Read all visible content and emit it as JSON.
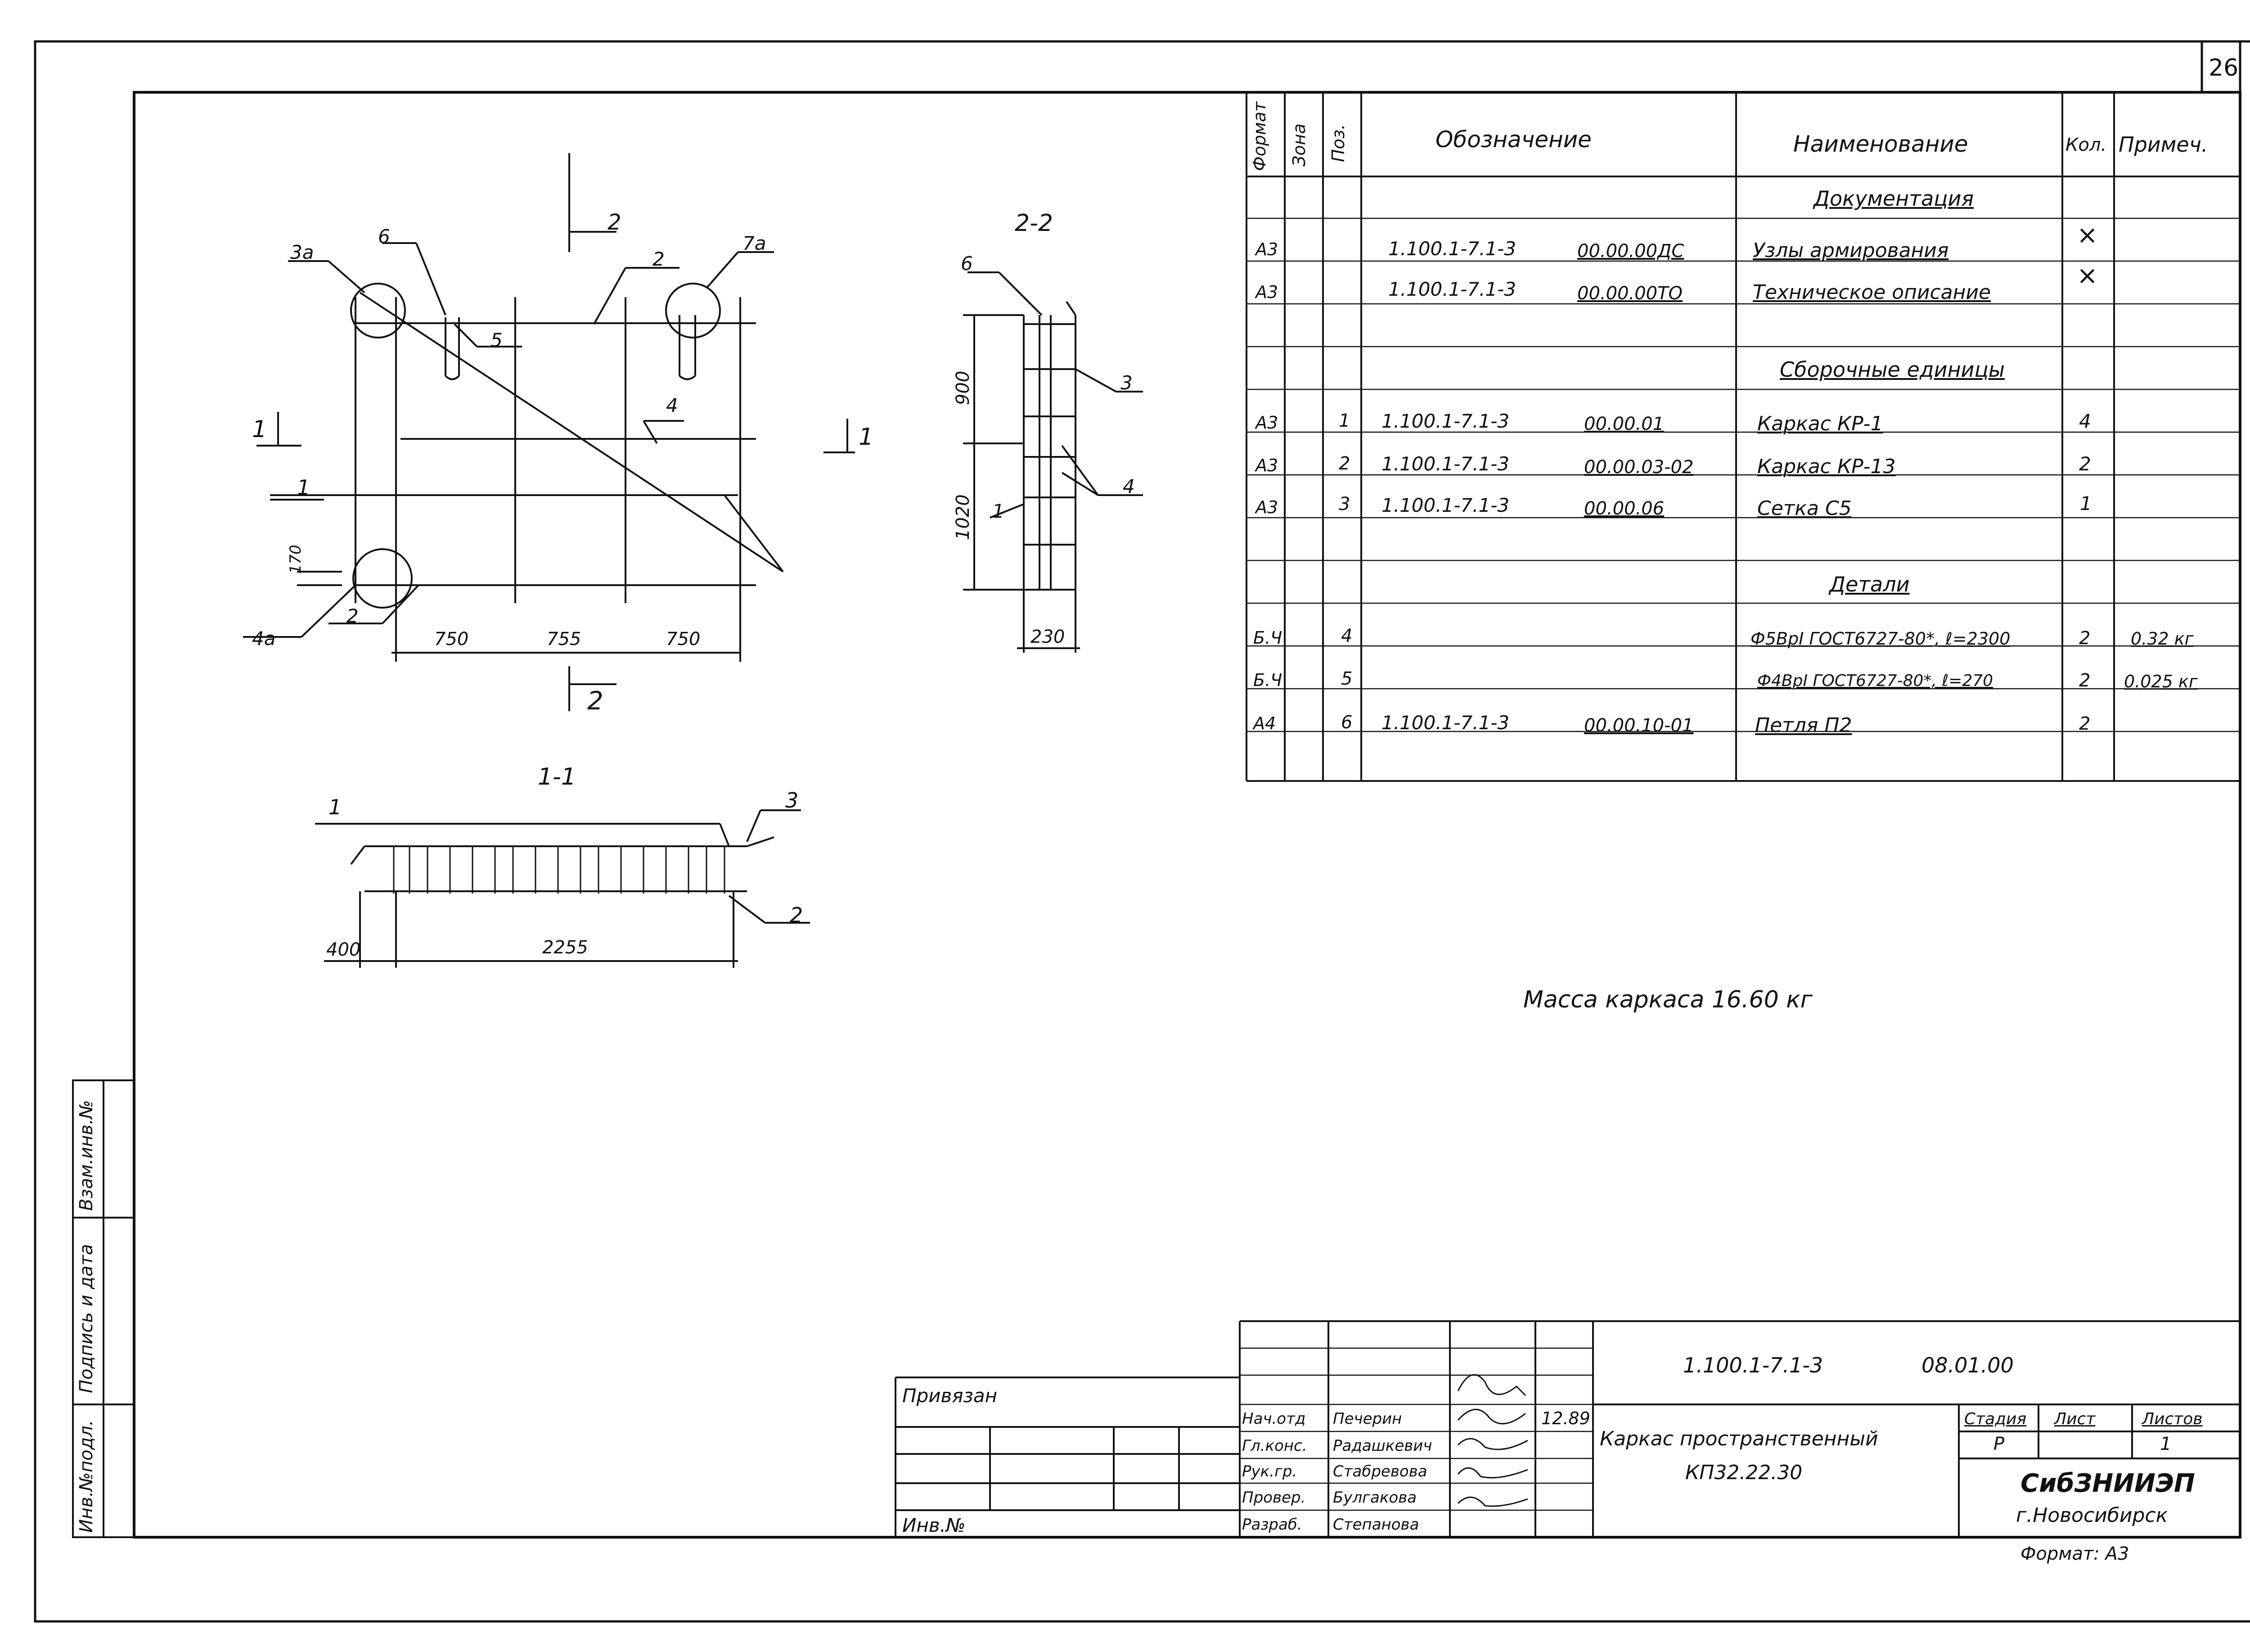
{
  "sheet_number": "26",
  "spec_table": {
    "headers": {
      "format": "Формат",
      "zone": "Зона",
      "pos": "Поз.",
      "designation": "Обозначение",
      "name": "Наименование",
      "qty": "Кол.",
      "note": "Примеч."
    },
    "sections": {
      "documentation": "Документация",
      "assembly_units": "Сборочные единицы",
      "details": "Детали"
    },
    "rows": [
      {
        "format": "А3",
        "pos": "",
        "code": "1.100.1-7.1-3",
        "code2": "00.00.00ДС",
        "name": "Узлы армирования",
        "qty": "×",
        "note": ""
      },
      {
        "format": "А3",
        "pos": "",
        "code": "1.100.1-7.1-3",
        "code2": "00.00.00ТО",
        "name": "Техническое описание",
        "qty": "×",
        "note": ""
      },
      {
        "format": "А3",
        "pos": "1",
        "code": "1.100.1-7.1-3",
        "code2": "00.00.01",
        "name": "Каркас КР-1",
        "qty": "4",
        "note": ""
      },
      {
        "format": "А3",
        "pos": "2",
        "code": "1.100.1-7.1-3",
        "code2": "00.00.03-02",
        "name": "Каркас КР-13",
        "qty": "2",
        "note": ""
      },
      {
        "format": "А3",
        "pos": "3",
        "code": "1.100.1-7.1-3",
        "code2": "00.00.06",
        "name": "Сетка С5",
        "qty": "1",
        "note": ""
      },
      {
        "format": "Б.Ч",
        "pos": "4",
        "code": "",
        "code2": "",
        "name": "Ф5ВрI ГОСТ6727-80*, ℓ=2300",
        "qty": "2",
        "note": "0.32 кг"
      },
      {
        "format": "Б.Ч",
        "pos": "5",
        "code": "",
        "code2": "",
        "name": "Ф4ВрI ГОСТ6727-80*, ℓ=270",
        "qty": "2",
        "note": "0.025 кг"
      },
      {
        "format": "А4",
        "pos": "6",
        "code": "1.100.1-7.1-3",
        "code2": "00.00.10-01",
        "name": "Петля П2",
        "qty": "2",
        "note": ""
      }
    ]
  },
  "drawing": {
    "view_2_2": "2-2",
    "view_1_1": "1-1",
    "section_marks": [
      "2",
      "2",
      "1",
      "1"
    ],
    "labels_plan": [
      "3а",
      "6",
      "2",
      "7а",
      "5",
      "4",
      "1",
      "2",
      "4а"
    ],
    "dims_plan": [
      "170",
      "750",
      "755",
      "750"
    ],
    "labels_side": [
      "6",
      "3",
      "4",
      "1"
    ],
    "dims_side": [
      "900",
      "1020",
      "230"
    ],
    "labels_section": [
      "1",
      "3",
      "2"
    ],
    "dims_section": [
      "400",
      "2255"
    ]
  },
  "mass_note": "Масса каркаса 16.60 кг",
  "title_block": {
    "privyazan": "Привязан",
    "inv_no": "Инв.№",
    "doc_code": "1.100.1-7.1-3",
    "doc_code2": "08.01.00",
    "roles": [
      "Нач.отд",
      "Гл.конс.",
      "Рук.гр.",
      "Провер.",
      "Разраб."
    ],
    "names": [
      "Печерин",
      "Радашкевич",
      "Стабревова",
      "Булгакова",
      "Степанова"
    ],
    "date": "12.89",
    "title": "Каркас пространственный",
    "mark": "КП32.22.30",
    "stage_label": "Стадия",
    "sheet_label": "Лист",
    "sheets_label": "Листов",
    "stage": "Р",
    "sheets": "1",
    "org": "СибЗНИИЭП",
    "city": "г.Новосибирск",
    "format": "Формат: А3"
  },
  "side_stamp": {
    "inv_orig": "Инв.№подл.",
    "sign_date": "Подпись и дата",
    "vzam": "Взам.инв.№"
  }
}
